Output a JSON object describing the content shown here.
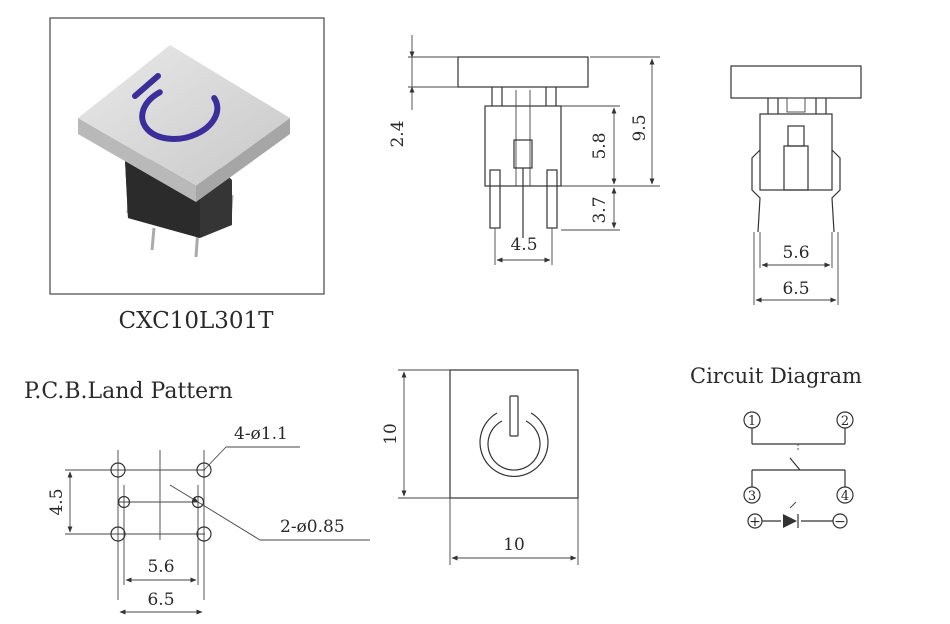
{
  "product": {
    "model_label": "CXC10L301T"
  },
  "side_view": {
    "dim_cap_height": "2.4",
    "dim_body_height": "5.8",
    "dim_total_height": "9.5",
    "dim_pin_length": "3.7",
    "dim_pin_spacing": "4.5"
  },
  "front_view": {
    "dim_inner_width": "5.6",
    "dim_outer_width": "6.5"
  },
  "pcb": {
    "title": "P.C.B.Land Pattern",
    "dim_large_holes": "4-ø1.1",
    "dim_small_holes": "2-ø0.85",
    "dim_vertical": "4.5",
    "dim_inner": "5.6",
    "dim_outer": "6.5"
  },
  "top_view": {
    "dim_height": "10",
    "dim_width": "10"
  },
  "circuit": {
    "title": "Circuit Diagram",
    "pin1": "1",
    "pin2": "2",
    "pin3": "3",
    "pin4": "4",
    "plus": "+",
    "minus": "−"
  },
  "colors": {
    "power_symbol": "#3b2e9a",
    "cap_top": "#d9d9d9",
    "body": "#3a3a3a"
  }
}
